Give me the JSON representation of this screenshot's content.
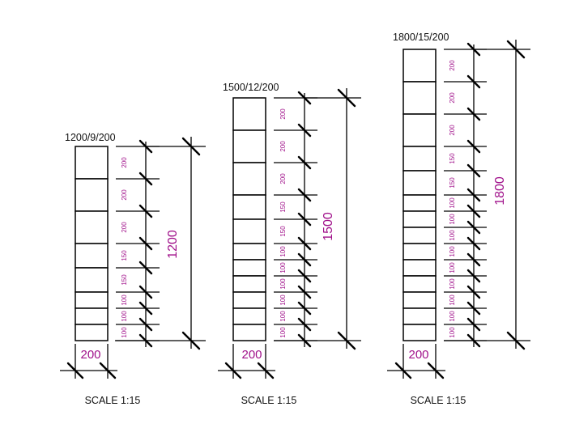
{
  "colors": {
    "lines": "#000000",
    "dimension_text": "#a0108a",
    "label_text": "#111111"
  },
  "ladders": [
    {
      "title": "1200/9/200",
      "total": "1200",
      "width": "200",
      "scale": "SCALE 1:15",
      "segments": [
        "200",
        "200",
        "200",
        "150",
        "150",
        "100",
        "100",
        "100"
      ]
    },
    {
      "title": "1500/12/200",
      "total": "1500",
      "width": "200",
      "scale": "SCALE 1:15",
      "segments": [
        "200",
        "200",
        "200",
        "150",
        "150",
        "100",
        "100",
        "100",
        "100",
        "100",
        "100"
      ]
    },
    {
      "title": "1800/15/200",
      "total": "1800",
      "width": "200",
      "scale": "SCALE 1:15",
      "segments": [
        "200",
        "200",
        "200",
        "150",
        "150",
        "100",
        "100",
        "100",
        "100",
        "100",
        "100",
        "100",
        "100",
        "100"
      ]
    }
  ]
}
